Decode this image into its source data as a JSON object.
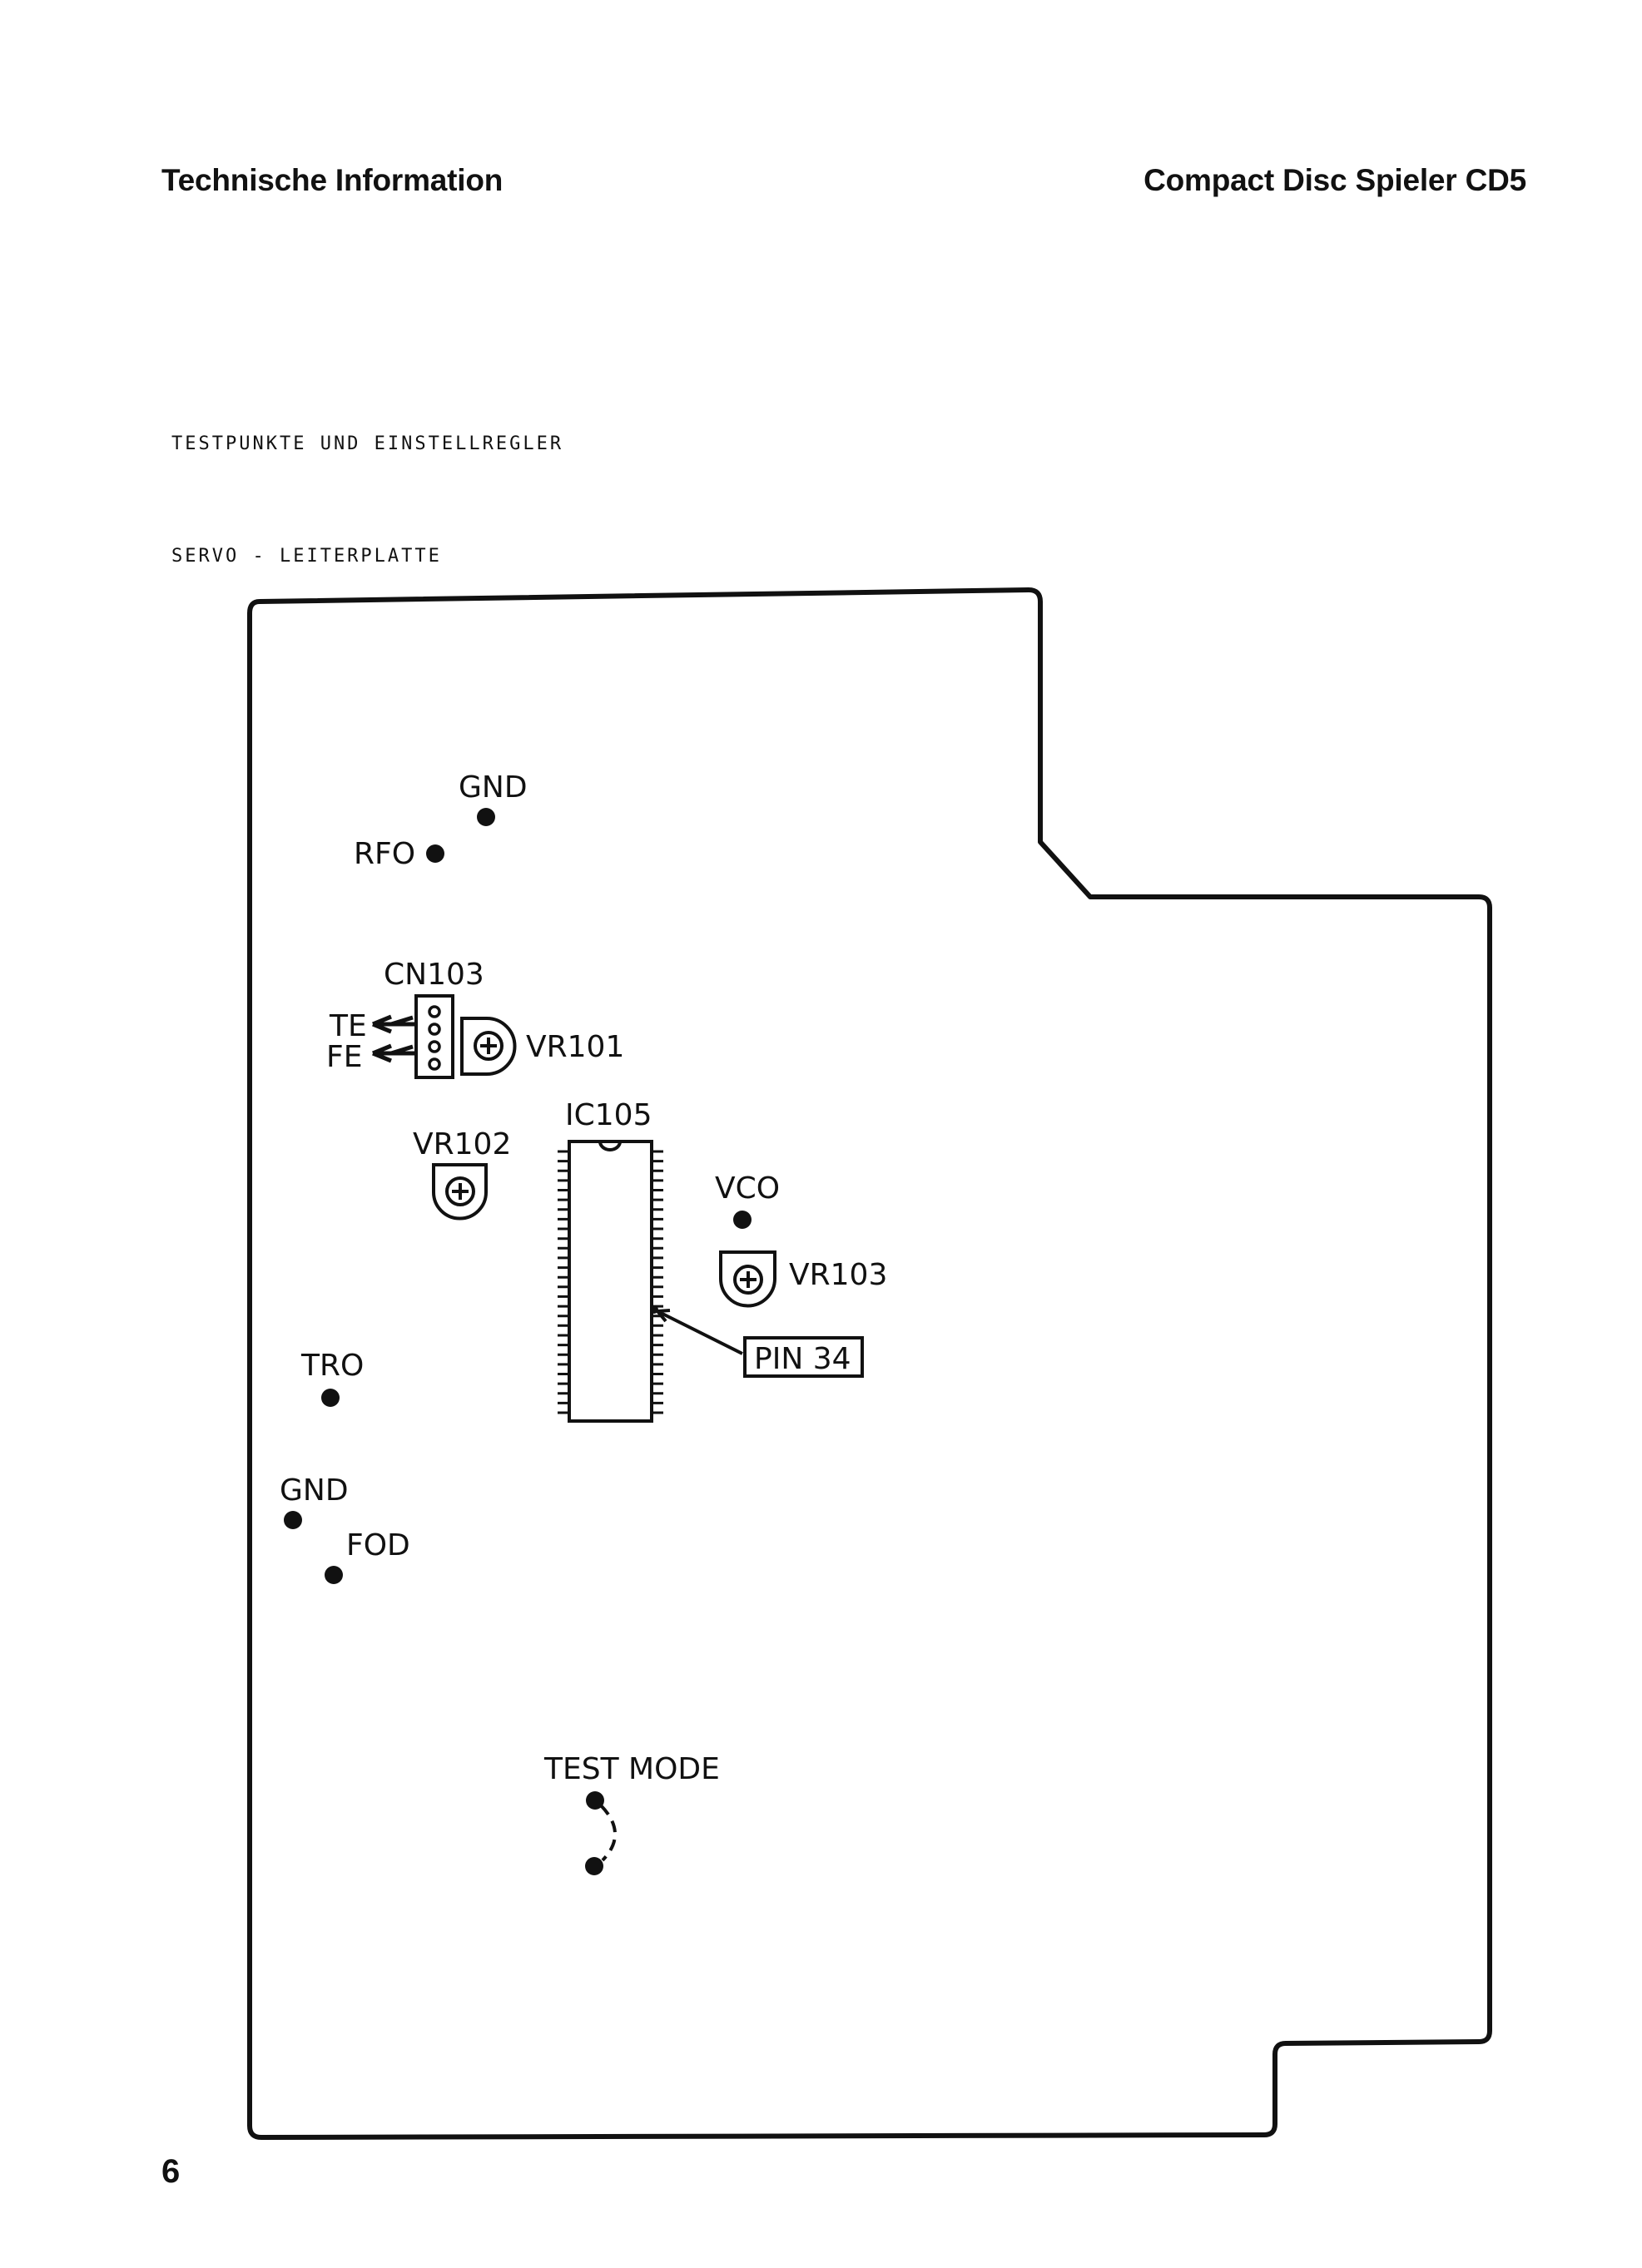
{
  "header": {
    "left_title": "Technische Information",
    "right_title": "Compact Disc Spieler CD5"
  },
  "section_title": "TESTPUNKTE UND EINSTELLREGLER",
  "board_title": "SERVO - LEITERPLATTE",
  "labels": {
    "gnd_top": "GND",
    "rfo": "RFO",
    "cn103": "CN103",
    "te": "TE",
    "fe": "FE",
    "vr101": "VR101",
    "ic105": "IC105",
    "vr102": "VR102",
    "vco": "VCO",
    "vr103": "VR103",
    "pin34": "PIN 34",
    "tro": "TRO",
    "gnd_bottom": "GND",
    "fod": "FOD",
    "test_mode": "TEST MODE"
  },
  "page_number": "6"
}
